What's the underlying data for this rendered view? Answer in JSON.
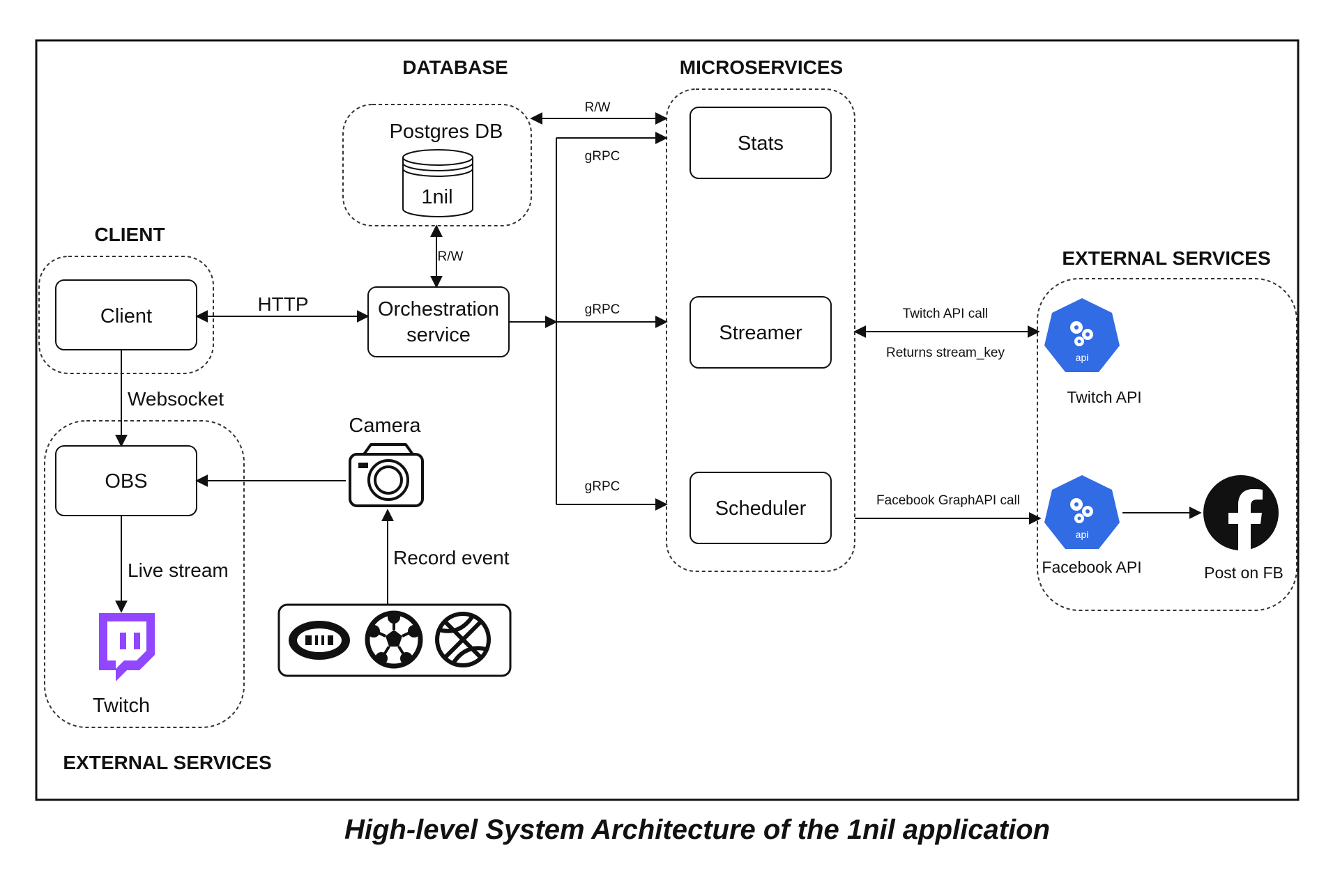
{
  "caption": "High-level System Architecture of the 1nil application",
  "sections": {
    "database": "DATABASE",
    "microservices": "MICROSERVICES",
    "client": "CLIENT",
    "external_right": "EXTERNAL SERVICES",
    "external_left": "EXTERNAL SERVICES"
  },
  "nodes": {
    "postgres_title": "Postgres DB",
    "db_name": "1nil",
    "client": "Client",
    "orchestration_line1": "Orchestration",
    "orchestration_line2": "service",
    "stats": "Stats",
    "streamer": "Streamer",
    "scheduler": "Scheduler",
    "obs": "OBS",
    "camera": "Camera",
    "twitch": "Twitch",
    "twitch_api": "Twitch API",
    "facebook_api": "Facebook API",
    "post_fb": "Post on FB",
    "api_badge": "api"
  },
  "edges": {
    "rw_top": "R/W",
    "grpc_stats": "gRPC",
    "rw_db": "R/W",
    "http": "HTTP",
    "grpc_streamer": "gRPC",
    "grpc_scheduler": "gRPC",
    "twitch_call": "Twitch API call",
    "twitch_return": "Returns stream_key",
    "fb_call": "Facebook GraphAPI call",
    "websocket": "Websocket",
    "live_stream": "Live stream",
    "record_event": "Record event"
  },
  "colors": {
    "k8s_blue": "#326CE5",
    "twitch_purple": "#9146FF",
    "line": "#111111"
  }
}
